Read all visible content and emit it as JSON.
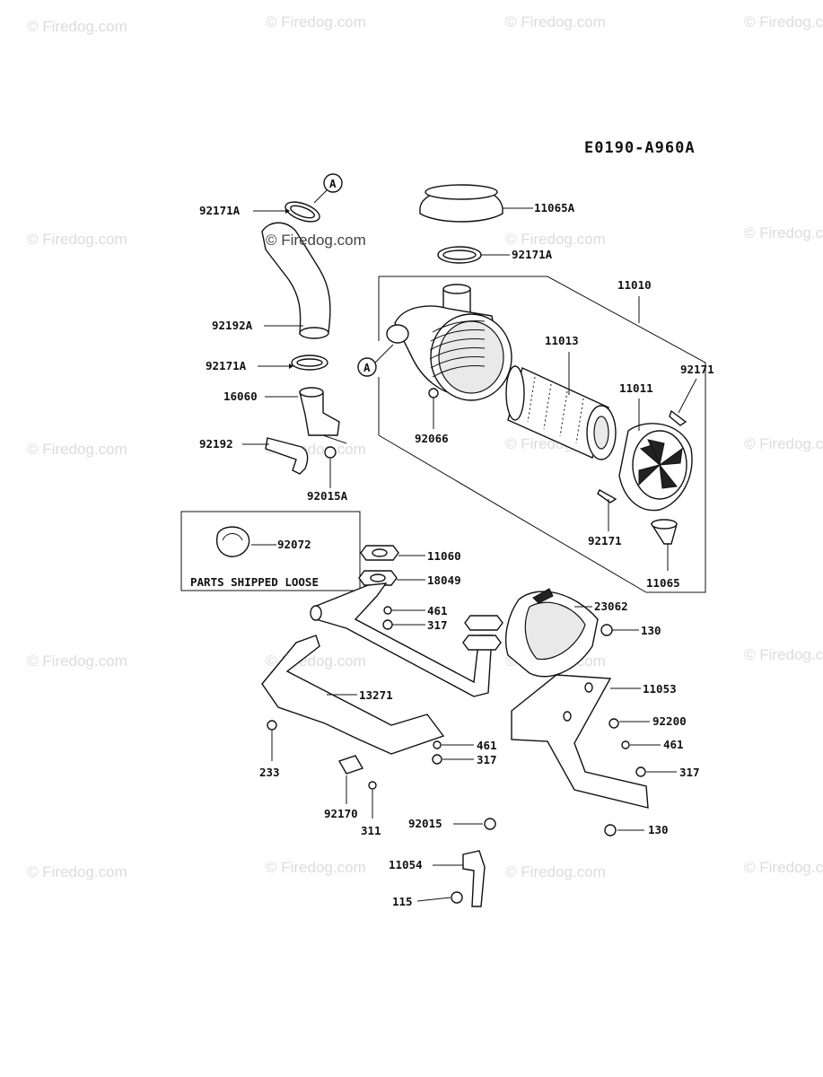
{
  "diagram_code": "E0190-A960A",
  "watermark": "© Firedog.com",
  "watermark_inline": "© Firedog.com",
  "callout_letter": "A",
  "parts_box_label": "PARTS SHIPPED LOOSE",
  "parts": {
    "p92171A_top": "92171A",
    "p92192A": "92192A",
    "p92171A_mid": "92171A",
    "p16060": "16060",
    "p92192": "92192",
    "p92015A": "92015A",
    "p11065A": "11065A",
    "p92171A_right": "92171A",
    "p11010": "11010",
    "p11013": "11013",
    "p92171_top": "92171",
    "p11011": "11011",
    "p92066": "92066",
    "p92171_bot": "92171",
    "p11065": "11065",
    "p92072": "92072",
    "p11060": "11060",
    "p18049": "18049",
    "p461_a": "461",
    "p317_a": "317",
    "p23062": "23062",
    "p130_a": "130",
    "p13271": "13271",
    "p11053": "11053",
    "p92200": "92200",
    "p461_b": "461",
    "p461_c": "461",
    "p317_b": "317",
    "p317_c": "317",
    "p233": "233",
    "p92170": "92170",
    "p311": "311",
    "p92015": "92015",
    "p130_b": "130",
    "p11054": "11054",
    "p115": "115"
  }
}
